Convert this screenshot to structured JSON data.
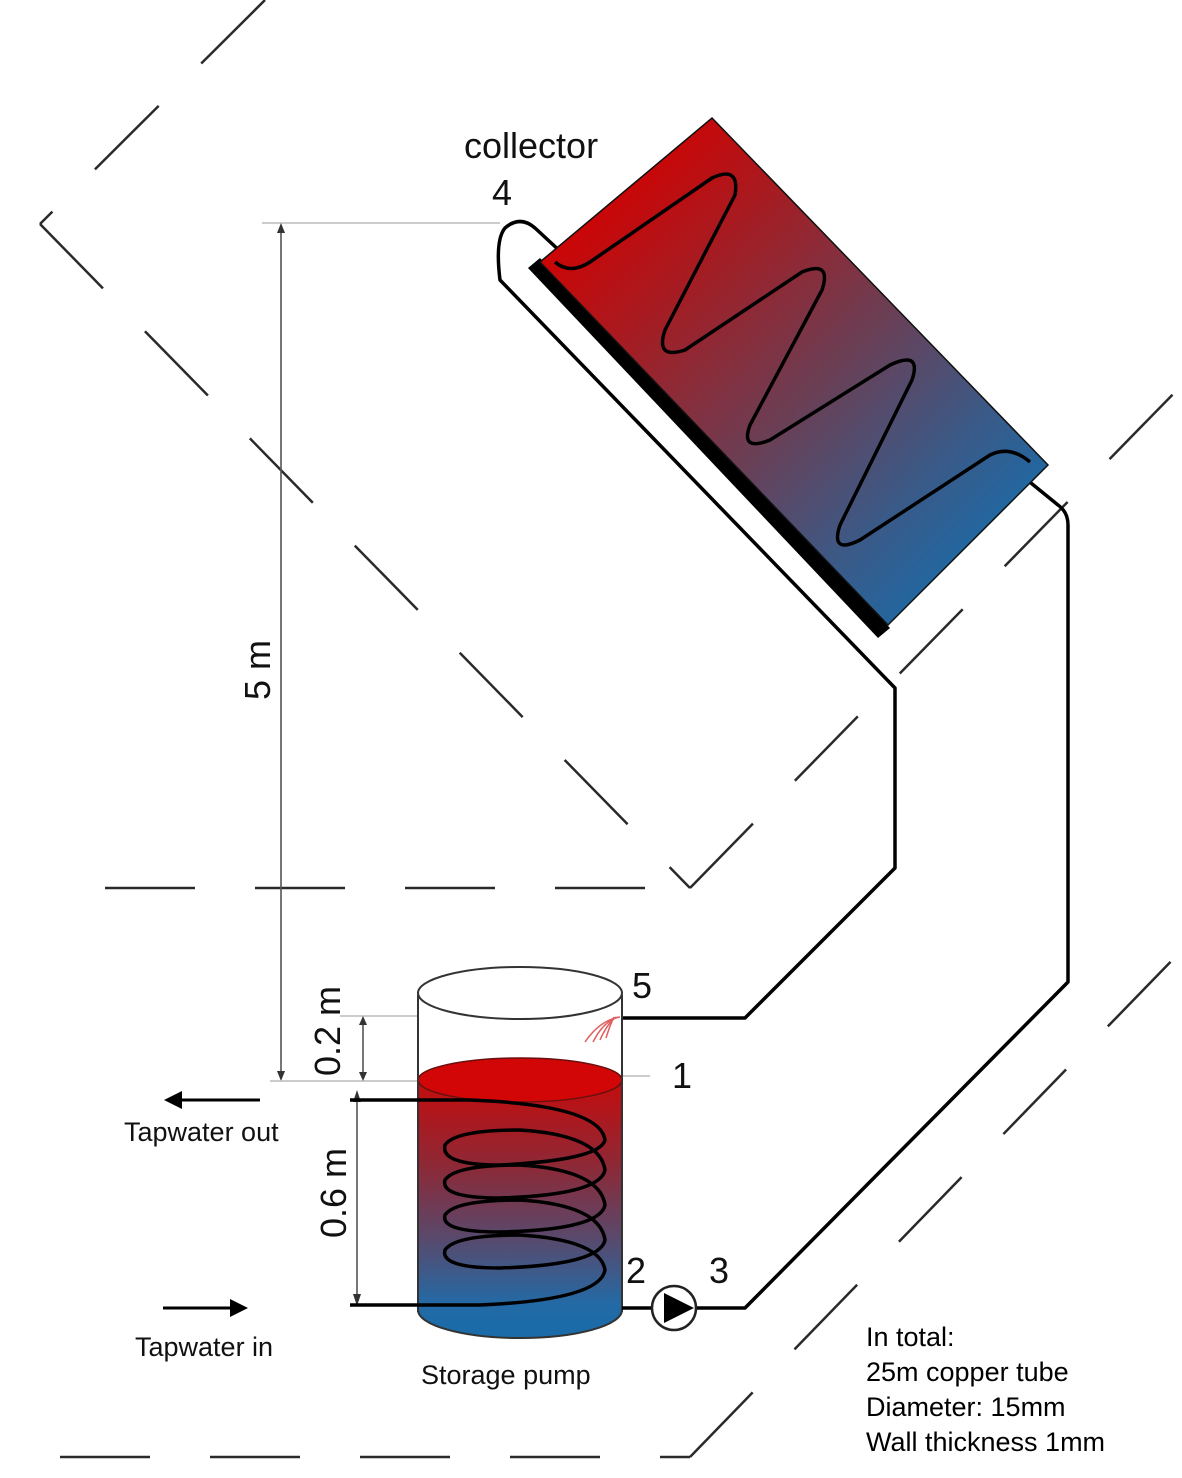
{
  "title": "Solar thermal system schematic",
  "labels": {
    "collector": "collector",
    "point_1": "1",
    "point_2": "2",
    "point_3": "3",
    "point_4": "4",
    "point_5": "5",
    "tapwater_out": "Tapwater out",
    "tapwater_in": "Tapwater in",
    "storage_pump": "Storage pump"
  },
  "dimensions": {
    "collector_height": "5 m",
    "tank_top_gap": "0.2 m",
    "coil_height": "0.6 m"
  },
  "notes": {
    "line1": "In total:",
    "line2": "25m copper tube",
    "line3": "Diameter: 15mm",
    "line4": "Wall thickness 1mm"
  },
  "colors": {
    "hot": "#d40000",
    "cold": "#1a6ba8",
    "absorber": "#000000"
  }
}
